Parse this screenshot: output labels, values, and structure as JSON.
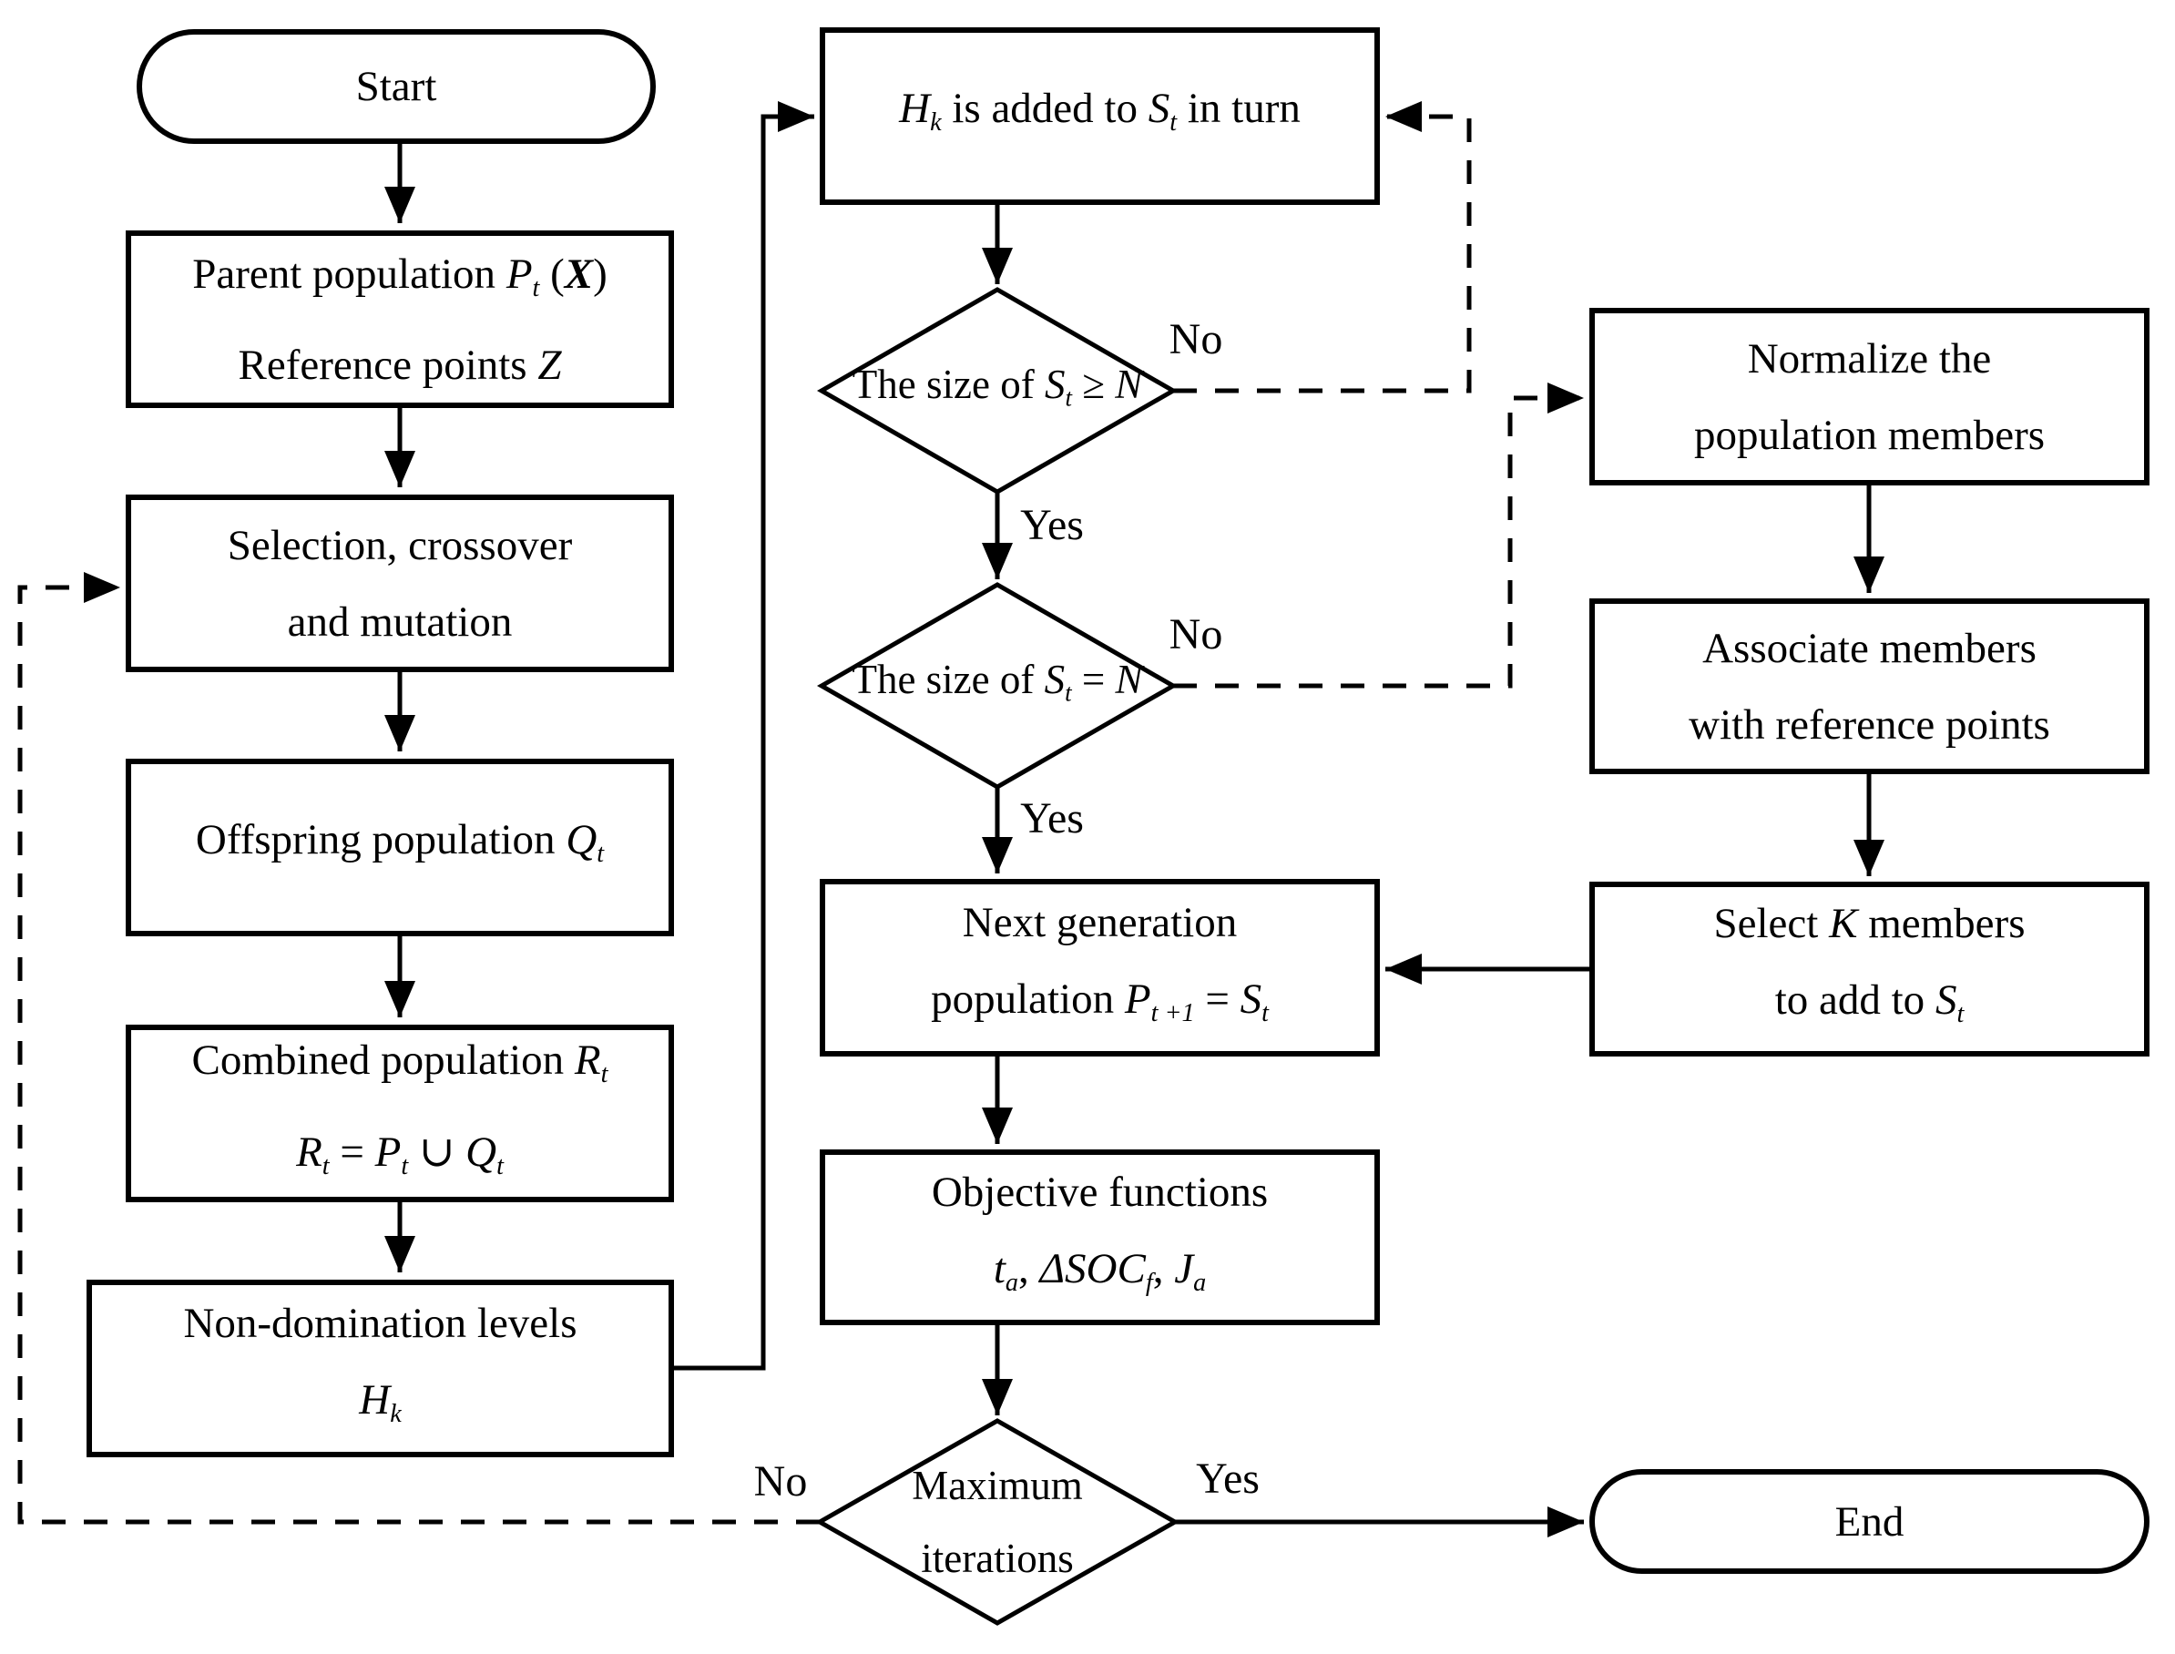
{
  "colors": {
    "line": "#000000",
    "background": "#ffffff"
  },
  "nodes": {
    "start": {
      "label": "Start"
    },
    "parent": {
      "lines": [
        [
          {
            "t": "Parent population "
          },
          {
            "t": "P",
            "s": "i"
          },
          {
            "t": "t",
            "s": "sub"
          },
          {
            "t": " ("
          },
          {
            "t": "X",
            "s": "bi"
          },
          {
            "t": ")"
          }
        ],
        [
          {
            "t": "Reference points "
          },
          {
            "t": "Z",
            "s": "i"
          }
        ]
      ]
    },
    "selection": {
      "lines": [
        [
          {
            "t": "Selection, crossover"
          }
        ],
        [
          {
            "t": "and mutation"
          }
        ]
      ]
    },
    "offspring": {
      "lines": [
        [
          {
            "t": "Offspring population "
          },
          {
            "t": "Q",
            "s": "i"
          },
          {
            "t": "t",
            "s": "sub"
          }
        ]
      ]
    },
    "combined": {
      "lines": [
        [
          {
            "t": "Combined population "
          },
          {
            "t": "R",
            "s": "i"
          },
          {
            "t": "t",
            "s": "sub"
          }
        ],
        [
          {
            "t": "R",
            "s": "i"
          },
          {
            "t": "t",
            "s": "sub"
          },
          {
            "t": " = "
          },
          {
            "t": "P",
            "s": "i"
          },
          {
            "t": "t",
            "s": "sub"
          },
          {
            "t": " ∪ "
          },
          {
            "t": "Q",
            "s": "i"
          },
          {
            "t": "t",
            "s": "sub"
          }
        ]
      ]
    },
    "nondomination": {
      "lines": [
        [
          {
            "t": "Non-domination levels"
          }
        ],
        [
          {
            "t": "H",
            "s": "i"
          },
          {
            "t": "k",
            "s": "sub"
          }
        ]
      ]
    },
    "hk_added": {
      "lines": [
        [
          {
            "t": "H",
            "s": "i"
          },
          {
            "t": "k",
            "s": "sub"
          },
          {
            "t": " is added to "
          },
          {
            "t": "S",
            "s": "i"
          },
          {
            "t": "t",
            "s": "sub"
          },
          {
            "t": " in turn"
          }
        ]
      ]
    },
    "size_ge_n": {
      "lines": [
        [
          {
            "t": "The size of "
          },
          {
            "t": "S",
            "s": "i"
          },
          {
            "t": "t",
            "s": "sub"
          },
          {
            "t": " ≥ "
          },
          {
            "t": "N",
            "s": "i"
          }
        ]
      ]
    },
    "size_eq_n": {
      "lines": [
        [
          {
            "t": "The size of "
          },
          {
            "t": "S",
            "s": "i"
          },
          {
            "t": "t",
            "s": "sub"
          },
          {
            "t": " = "
          },
          {
            "t": "N",
            "s": "i"
          }
        ]
      ]
    },
    "normalize": {
      "lines": [
        [
          {
            "t": "Normalize the"
          }
        ],
        [
          {
            "t": "population members"
          }
        ]
      ]
    },
    "associate": {
      "lines": [
        [
          {
            "t": "Associate members"
          }
        ],
        [
          {
            "t": "with reference points"
          }
        ]
      ]
    },
    "select_k": {
      "lines": [
        [
          {
            "t": "Select "
          },
          {
            "t": "K",
            "s": "i"
          },
          {
            "t": " members"
          }
        ],
        [
          {
            "t": "to add to "
          },
          {
            "t": "S",
            "s": "i"
          },
          {
            "t": "t",
            "s": "sub"
          }
        ]
      ]
    },
    "next_gen": {
      "lines": [
        [
          {
            "t": "Next generation"
          }
        ],
        [
          {
            "t": "population "
          },
          {
            "t": "P",
            "s": "i"
          },
          {
            "t": "t +1",
            "s": "sub"
          },
          {
            "t": " = "
          },
          {
            "t": "S",
            "s": "i"
          },
          {
            "t": "t",
            "s": "sub"
          }
        ]
      ]
    },
    "objective": {
      "lines": [
        [
          {
            "t": "Objective functions"
          }
        ],
        [
          {
            "t": "t",
            "s": "i"
          },
          {
            "t": "a",
            "s": "sub"
          },
          {
            "t": ", "
          },
          {
            "t": "ΔSOC",
            "s": "i"
          },
          {
            "t": "f",
            "s": "sub"
          },
          {
            "t": ", "
          },
          {
            "t": "J",
            "s": "i"
          },
          {
            "t": "a",
            "s": "sub"
          }
        ]
      ]
    },
    "max_iterations": {
      "lines": [
        [
          {
            "t": "Maximum"
          }
        ],
        [
          {
            "t": "iterations"
          }
        ]
      ]
    },
    "end": {
      "label": "End"
    }
  },
  "edge_labels": {
    "d1_no": "No",
    "d1_yes": "Yes",
    "d2_no": "No",
    "d2_yes": "Yes",
    "d3_no": "No",
    "d3_yes": "Yes"
  }
}
